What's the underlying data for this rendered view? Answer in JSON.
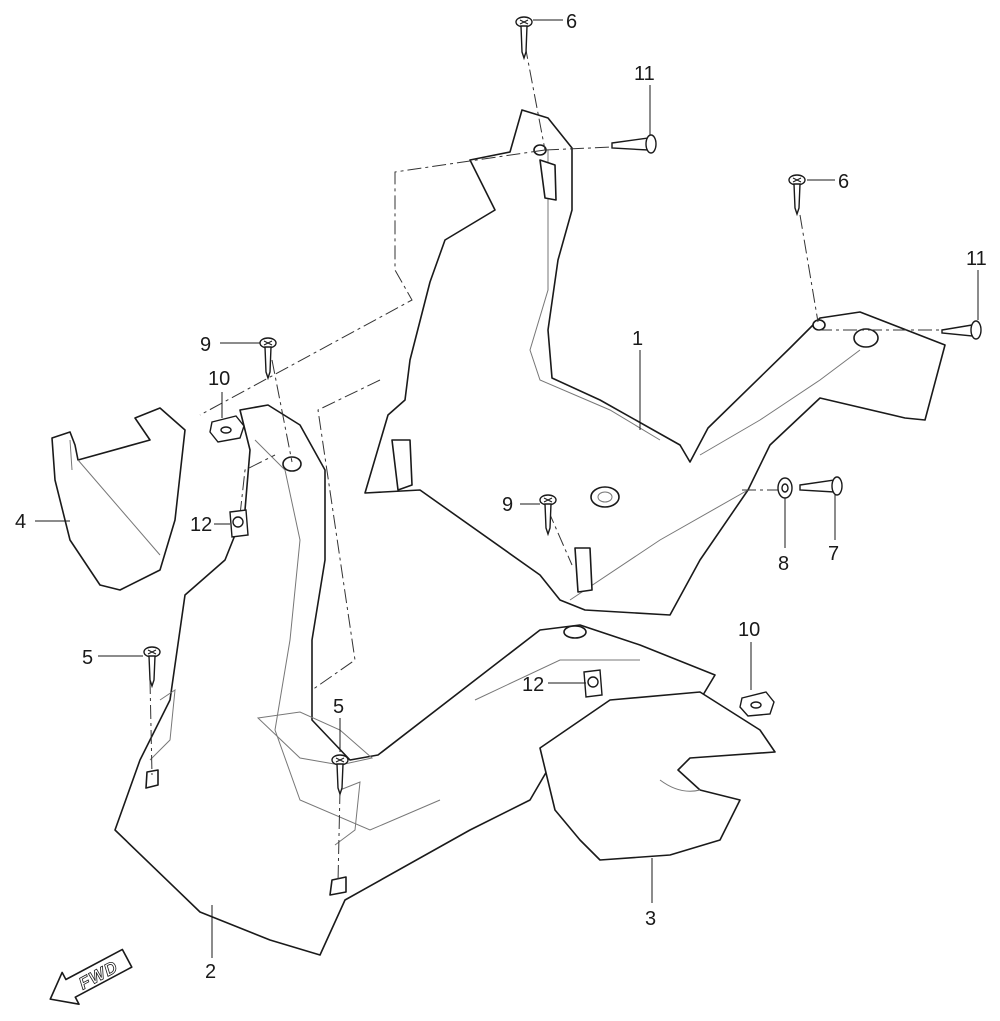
{
  "labels": {
    "l1": "1",
    "l2": "2",
    "l3": "3",
    "l4": "4",
    "l5a": "5",
    "l5b": "5",
    "l6a": "6",
    "l6b": "6",
    "l7": "7",
    "l8": "8",
    "l9a": "9",
    "l9b": "9",
    "l10a": "10",
    "l10b": "10",
    "l11a": "11",
    "l11b": "11",
    "l12a": "12",
    "l12b": "12"
  },
  "fwd": "FWD",
  "colors": {
    "line": "#1a1a1a",
    "fill": "#ffffff",
    "shade": "#777777"
  }
}
